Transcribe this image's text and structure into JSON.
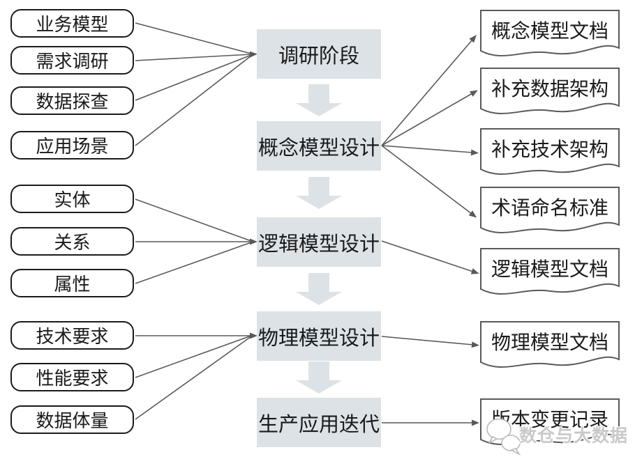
{
  "colors": {
    "stage_fill": "#dde2e6",
    "flow_arrow_fill": "#dde2e6",
    "connector_line": "#595959",
    "input_border": "#1a1a1a",
    "document_border": "#595959",
    "text": "#1a1a1a",
    "watermark_text": "#c9c9c9"
  },
  "left_inputs": [
    {
      "label": "业务模型"
    },
    {
      "label": "需求调研"
    },
    {
      "label": "数据探查"
    },
    {
      "label": "应用场景"
    },
    {
      "label": "实体"
    },
    {
      "label": "关系"
    },
    {
      "label": "属性"
    },
    {
      "label": "技术要求"
    },
    {
      "label": "性能要求"
    },
    {
      "label": "数据体量"
    }
  ],
  "stages": [
    {
      "label": "调研阶段"
    },
    {
      "label": "概念模型设计"
    },
    {
      "label": "逻辑模型设计"
    },
    {
      "label": "物理模型设计"
    },
    {
      "label": "生产应用迭代"
    }
  ],
  "documents": [
    {
      "label": "概念模型文档"
    },
    {
      "label": "补充数据架构"
    },
    {
      "label": "补充技术架构"
    },
    {
      "label": "术语命名标准"
    },
    {
      "label": "逻辑模型文档"
    },
    {
      "label": "物理模型文档"
    },
    {
      "label": "版本变更记录"
    }
  ],
  "flow_order": [
    "调研阶段",
    "概念模型设计",
    "逻辑模型设计",
    "物理模型设计",
    "生产应用迭代"
  ],
  "input_links": [
    {
      "from": [
        "业务模型",
        "需求调研",
        "数据探查",
        "应用场景"
      ],
      "to": "调研阶段"
    },
    {
      "from": [
        "实体",
        "关系",
        "属性"
      ],
      "to": "逻辑模型设计"
    },
    {
      "from": [
        "技术要求",
        "性能要求",
        "数据体量"
      ],
      "to": "物理模型设计"
    }
  ],
  "output_links": [
    {
      "from": "概念模型设计",
      "to": [
        "概念模型文档",
        "补充数据架构",
        "补充技术架构",
        "术语命名标准"
      ]
    },
    {
      "from": "逻辑模型设计",
      "to": [
        "逻辑模型文档"
      ]
    },
    {
      "from": "物理模型设计",
      "to": [
        "物理模型文档"
      ]
    },
    {
      "from": "生产应用迭代",
      "to": [
        "版本变更记录"
      ]
    }
  ],
  "watermark": {
    "text": "数仓与大数据",
    "icon": "wechat-bubbles-icon"
  }
}
